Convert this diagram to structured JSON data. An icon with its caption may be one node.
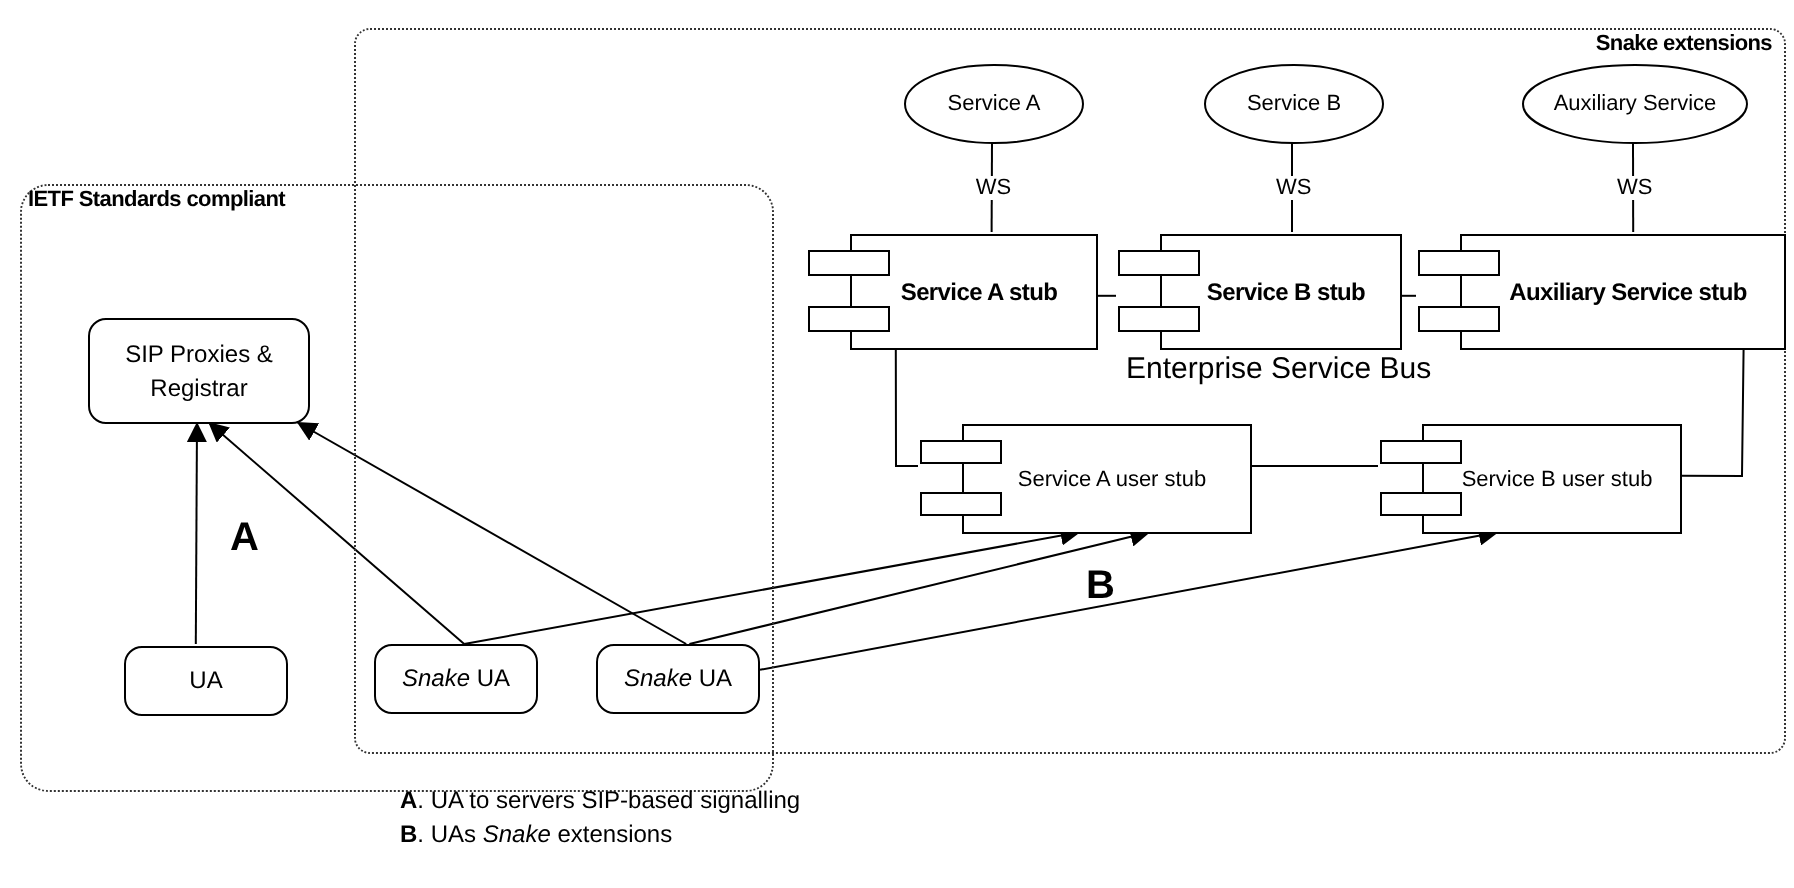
{
  "diagram": {
    "nodes": [
      {
        "text": [
          "IETF Standards compliant"
        ]
      },
      {
        "text": [
          "Snake extensions"
        ]
      },
      {
        "text": [
          "SIP Proxies & Registrar"
        ],
        "in": 0
      },
      {
        "text": [
          "UA"
        ],
        "in": 0
      },
      {
        "text": [
          "*Snake* UA"
        ]
      },
      {
        "text": [
          "*Snake* UA"
        ]
      },
      {
        "text": [
          "Service A"
        ],
        "in": 1
      },
      {
        "text": [
          "Service B"
        ],
        "in": 1
      },
      {
        "text": [
          "Auxiliary Service"
        ],
        "in": 1
      },
      {
        "text": [
          "Service A stub"
        ],
        "in": 1
      },
      {
        "text": [
          "Service B stub"
        ],
        "in": 1
      },
      {
        "text": [
          "Auxiliary Service stub"
        ],
        "in": 1
      },
      {
        "text": [
          "Service A user stub"
        ],
        "in": 1
      },
      {
        "text": [
          "Service B user stub"
        ],
        "in": 1
      }
    ],
    "edges": [
      {
        "from": 3,
        "to": 2,
        "arrow": "to"
      },
      {
        "from": 4,
        "to": 2,
        "arrow": "to"
      },
      {
        "from": 5,
        "to": 2,
        "arrow": "to"
      },
      {
        "from": 4,
        "to": 12,
        "arrow": "to"
      },
      {
        "from": 5,
        "to": 12,
        "arrow": "to"
      },
      {
        "from": 5,
        "to": 13,
        "arrow": "to"
      },
      {
        "from": 6,
        "to": 9,
        "arrow": "none",
        "label": "WS"
      },
      {
        "from": 7,
        "to": 10,
        "arrow": "none",
        "label": "WS"
      },
      {
        "from": 8,
        "to": 11,
        "arrow": "none",
        "label": "WS"
      },
      {
        "from": 9,
        "to": 10,
        "arrow": "none"
      },
      {
        "from": 10,
        "to": 11,
        "arrow": "none"
      },
      {
        "from": 9,
        "to": 12,
        "arrow": "none"
      },
      {
        "from": 11,
        "to": 13,
        "arrow": "none"
      },
      {
        "from": 12,
        "to": 13,
        "arrow": "none"
      }
    ],
    "labels": [
      "Enterprise Service Bus",
      "A",
      "B",
      "**A**. UA to servers SIP-based signalling",
      "**B**. UAs *Snake* extensions"
    ]
  }
}
